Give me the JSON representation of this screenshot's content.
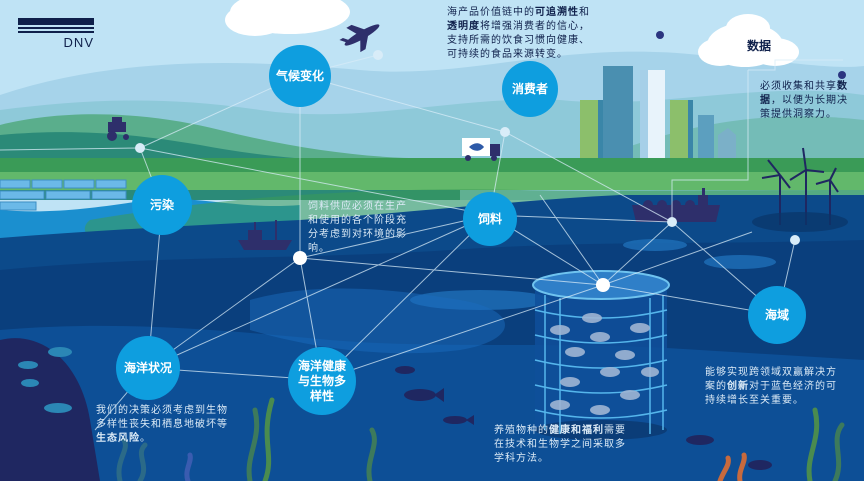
{
  "brand": {
    "logo_text": "DNV"
  },
  "colors": {
    "sky": "#bfe3f5",
    "node_blue": "#0e9edf",
    "deep_sea": "#0a3d7a",
    "navy": "#0f204b",
    "land_green": "#3a9b57"
  },
  "nodes": {
    "climate": "气候变化",
    "consumer": "消费者",
    "data": "数据",
    "pollution": "污染",
    "feed": "饲料",
    "sea_area": "海域",
    "ocean_state": "海洋状况",
    "ocean_health": "海洋健康与生物多样性"
  },
  "notes": {
    "consumer": {
      "pre": "海产品价值链中的",
      "b1": "可追溯性",
      "mid": "和",
      "b2": "透明度",
      "post": "将增强消费者的信心，支持所需的饮食习惯向健康、可持续的食品来源转变。"
    },
    "data": {
      "pre": "必须收集和共享",
      "b1": "数据",
      "post": "，以便为长期决策提供洞察力。"
    },
    "feed": {
      "text": "饲料供应必须在生产和使用的各个阶段充分考虑到对环境的影响。"
    },
    "sea_area": {
      "pre": "能够实现跨领域双赢解决方案的",
      "b1": "创新",
      "post": "对于蓝色经济的可持续增长至关重要。"
    },
    "ocean_state": {
      "pre": "我们的决策必须考虑到生物多样性丧失和栖息地破坏等",
      "b1": "生态风险",
      "post": "。"
    },
    "aquaculture": {
      "pre": "养殖物种的",
      "b1": "健康和福利",
      "post": "需要在技术和生物学之间采取多学科方法。"
    }
  },
  "icons": [
    "airplane-icon",
    "tractor-icon",
    "truck-icon",
    "fishing-boat-icon",
    "cargo-ship-icon",
    "wind-turbine-icon",
    "fish-pen-icon",
    "city-skyline-icon",
    "solar-panel-icon",
    "fish-icon",
    "seaweed-icon",
    "cloud-icon"
  ]
}
